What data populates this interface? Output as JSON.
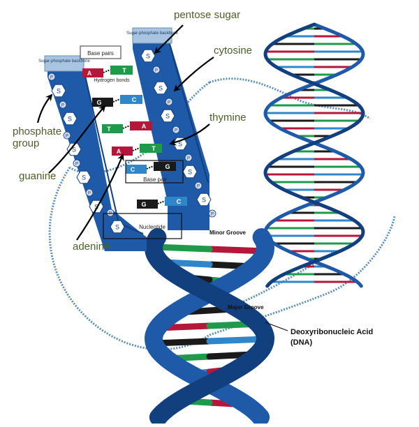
{
  "annotations": {
    "pentose_sugar": "pentose sugar",
    "cytosine": "cytosine",
    "thymine": "thymine",
    "phosphate_group": "phosphate group",
    "guanine": "guanine",
    "adenine": "adenine"
  },
  "labels": {
    "base_pairs": "Base pairs",
    "backbone_left": "Sugar-phosphate backbone",
    "backbone_right": "Sugar-phosphate backbone",
    "hydrogen_bonds": "Hydrogen bonds",
    "base_pair": "Base pair",
    "nucleotide": "Nucleotide",
    "minor_groove": "Minor Groove",
    "major_groove": "Major Groove",
    "dna_name": "Deoxyribonucleic Acid",
    "dna_abbrev": "(DNA)"
  },
  "symbols": {
    "sugar": "S",
    "phosphate": "P"
  },
  "ladder": [
    {
      "left": "A",
      "right": "T"
    },
    {
      "left": "G",
      "right": "C"
    },
    {
      "left": "T",
      "right": "A"
    },
    {
      "left": "A",
      "right": "T"
    },
    {
      "left": "C",
      "right": "G"
    },
    {
      "left": "G",
      "right": "C"
    }
  ],
  "colors": {
    "backbone": "#1e5aa8",
    "backbone_dark": "#123f7e",
    "adenine": "#b5173a",
    "thymine": "#1f9a4a",
    "guanine": "#1a1a1a",
    "cytosine": "#2f86c8",
    "annotation": "#4a5f2a"
  }
}
